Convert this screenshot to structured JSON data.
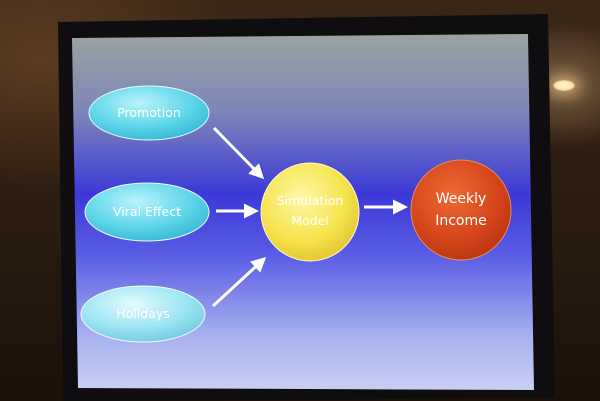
{
  "slide": {
    "nodes": {
      "promotion": "Promotion",
      "viral_effect": "Viral Effect",
      "holidays": "Holidays",
      "simulation_line1": "Simulation",
      "simulation_line2": "Model",
      "income_line1": "Weekly",
      "income_line2": "Income"
    },
    "colors": {
      "input_node": "#5fd6e8",
      "simulation_node": "#f6e85a",
      "income_node": "#d9471e",
      "arrow": "#ffffff",
      "slide_top": "#8fa0a8",
      "slide_mid": "#3d3bd8",
      "slide_bottom": "#b8c0f0"
    }
  }
}
